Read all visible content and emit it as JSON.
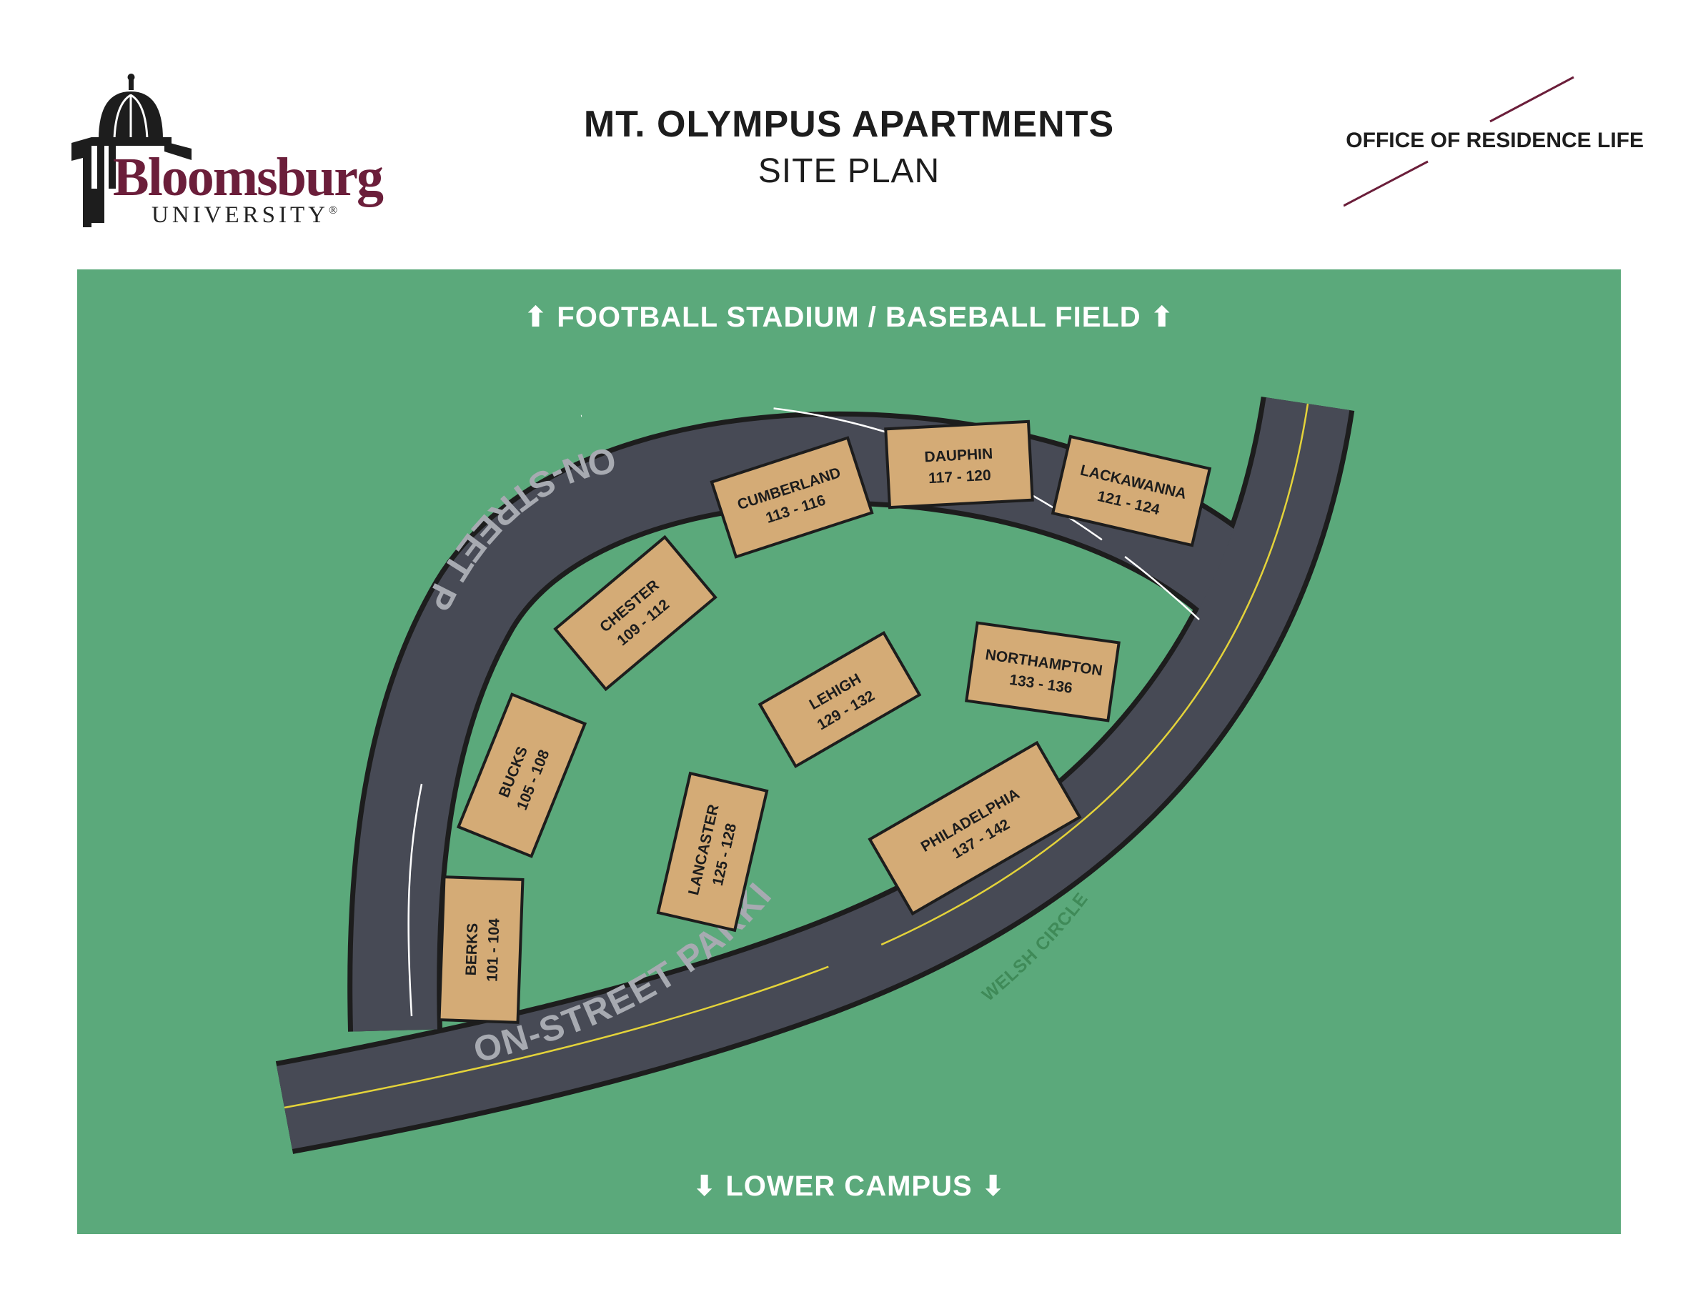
{
  "header": {
    "title": "MT. OLYMPUS APARTMENTS",
    "subtitle": "SITE PLAN",
    "logo": {
      "name": "Bloomsburg",
      "sub": "UNIVERSITY",
      "mark": "®",
      "color": "#6b1e3a",
      "icon": "dome-icon"
    },
    "office": {
      "label": "OFFICE OF RESIDENCE LIFE",
      "line_color": "#6b1e3a"
    }
  },
  "map": {
    "background_color": "#5ba97b",
    "road_color": "#474a55",
    "building_color": "#d4ab76",
    "north_label": "FOOTBALL STADIUM / BASEBALL FIELD",
    "south_label": "LOWER CAMPUS",
    "north_icon": "arrow-up-icon",
    "south_icon": "arrow-down-icon",
    "parking_upper": "ON-STREET PARKING",
    "parking_lower": "ON-STREET PARKING",
    "street_name": "WELSH CIRCLE",
    "buildings": [
      {
        "name": "BERKS",
        "units": "101 - 104"
      },
      {
        "name": "BUCKS",
        "units": "105 - 108"
      },
      {
        "name": "CHESTER",
        "units": "109 - 112"
      },
      {
        "name": "CUMBERLAND",
        "units": "113 - 116"
      },
      {
        "name": "DAUPHIN",
        "units": "117 - 120"
      },
      {
        "name": "LACKAWANNA",
        "units": "121 - 124"
      },
      {
        "name": "LANCASTER",
        "units": "125 - 128"
      },
      {
        "name": "LEHIGH",
        "units": "129 - 132"
      },
      {
        "name": "NORTHAMPTON",
        "units": "133 - 136"
      },
      {
        "name": "PHILADELPHIA",
        "units": "137 - 142"
      }
    ]
  }
}
